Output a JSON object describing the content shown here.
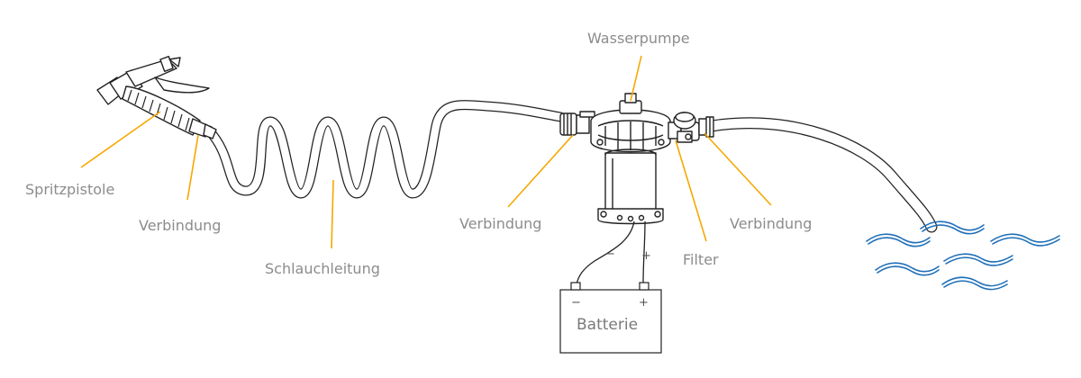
{
  "diagram": {
    "labels": {
      "spritzpistole": "Spritzpistole",
      "verbindung_gun": "Verbindung",
      "schlauchleitung": "Schlauchleitung",
      "verbindung_pump_in": "Verbindung",
      "wasserpumpe": "Wasserpumpe",
      "filter": "Filter",
      "verbindung_filter": "Verbindung"
    },
    "battery": {
      "title": "Batterie",
      "neg_terminal": "−",
      "pos_terminal": "+",
      "wire_neg": "−",
      "wire_pos": "+"
    },
    "colors": {
      "leader": "#f5a800",
      "line": "#222222",
      "water": "#1f6fb8",
      "label": "#8c8c8c"
    }
  }
}
